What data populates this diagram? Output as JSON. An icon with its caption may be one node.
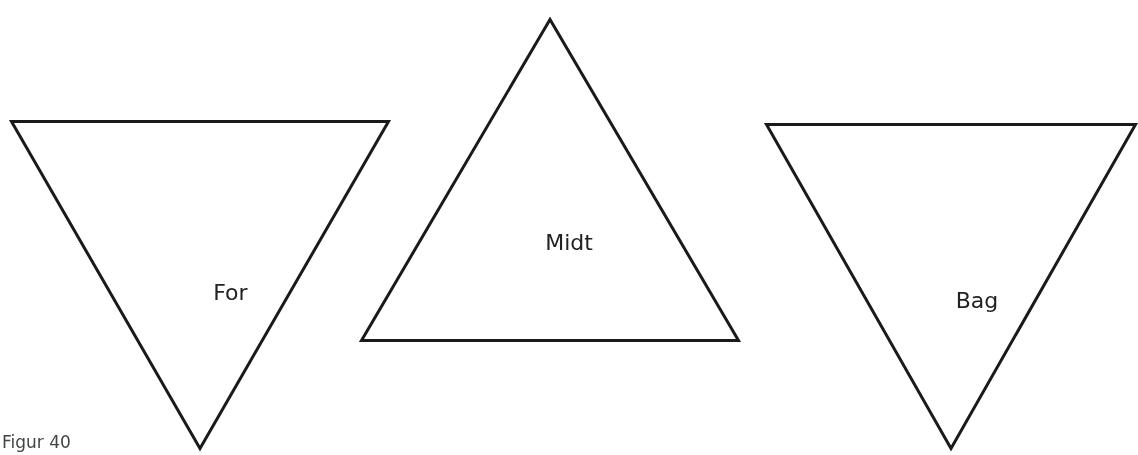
{
  "diagram": {
    "caption": "Figur 40",
    "nodes": [
      {
        "text": [
          "For"
        ]
      },
      {
        "text": [
          "Midt"
        ]
      },
      {
        "text": [
          "Bag"
        ]
      }
    ]
  }
}
